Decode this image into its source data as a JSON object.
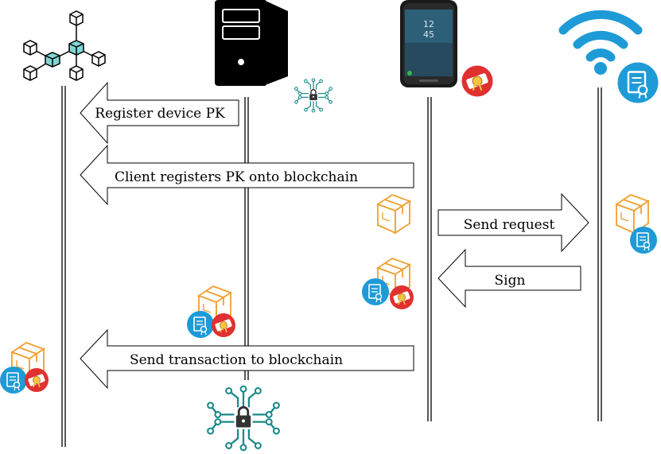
{
  "participants": [
    {
      "id": "blockchain",
      "icon": "blockchain-network-icon"
    },
    {
      "id": "server",
      "icon": "server-tower-icon"
    },
    {
      "id": "phone",
      "icon": "smartphone-icon"
    },
    {
      "id": "wifi-device",
      "icon": "wifi-icon"
    }
  ],
  "messages": [
    {
      "id": "register-device-pk",
      "label": "Register device PK",
      "direction": "left",
      "from": "server",
      "to": "blockchain"
    },
    {
      "id": "client-registers-pk",
      "label": "Client registers PK onto blockchain",
      "direction": "left",
      "from": "phone",
      "to": "blockchain"
    },
    {
      "id": "send-request",
      "label": "Send request",
      "direction": "right",
      "from": "phone",
      "to": "wifi-device"
    },
    {
      "id": "sign",
      "label": "Sign",
      "direction": "left",
      "from": "wifi-device",
      "to": "phone"
    },
    {
      "id": "send-transaction",
      "label": "Send transaction to blockchain",
      "direction": "left",
      "from": "phone",
      "to": "blockchain"
    }
  ],
  "colors": {
    "line": "#000000",
    "teal": "#1a8a8a",
    "blockchain_fill": "#7fd6d2",
    "package": "#f0a030",
    "cert_blue": "#1e9bd7",
    "badge_red": "#e03030",
    "badge_yellow": "#f5c542",
    "lock_dark": "#333333"
  }
}
